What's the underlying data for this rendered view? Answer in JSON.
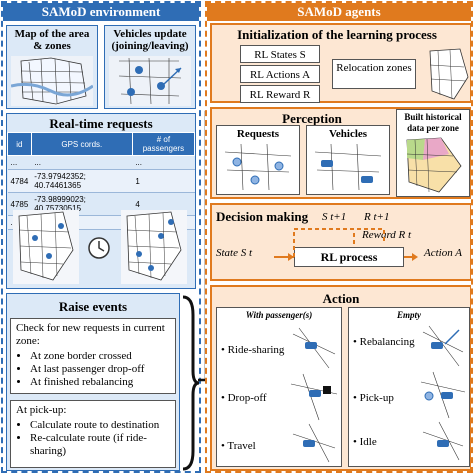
{
  "environment": {
    "title": "SAMoD environment",
    "map_caption": "Map of the area & zones",
    "vehicles_caption": "Vehicles update (joining/leaving)",
    "requests_title": "Real-time requests",
    "table": {
      "headers": [
        "id",
        "GPS cords.",
        "# of passengers"
      ],
      "rows": [
        [
          "...",
          "...",
          "..."
        ],
        [
          "4784",
          "-73.97942352;  40.74461365",
          "1"
        ],
        [
          "4785",
          "-73.98999023;  40.75730515",
          "4"
        ],
        [
          "...",
          "...",
          "..."
        ]
      ]
    },
    "raise_events_title": "Raise events",
    "check_text": "Check for new requests in current zone:",
    "check_items": [
      "At zone border crossed",
      "At last passenger drop-off",
      "At finished rebalancing"
    ],
    "pickup_text": "At pick-up:",
    "pickup_items": [
      "Calculate route to destination",
      "Re-calculate route (if ride-sharing)"
    ]
  },
  "agents": {
    "title": "SAMoD agents",
    "init_title": "Initialization of the learning process",
    "rl_states": "RL States S",
    "rl_actions": "RL Actions A",
    "rl_reward": "RL Reward R",
    "relocation": "Relocation zones",
    "perception_title": "Perception",
    "requests_label": "Requests",
    "vehicles_label": "Vehicles",
    "historical_label": "Built historical data per zone",
    "decision_title": "Decision making",
    "s_next": "S t+1",
    "r_next": "R t+1",
    "reward_label": "Reward R t",
    "state_label": "State S t",
    "rl_process": "RL process",
    "action_label": "Action A",
    "action_title": "Action",
    "with_passenger": "With passenger(s)",
    "empty": "Empty",
    "with_items": [
      "Ride-sharing",
      "Drop-off",
      "Travel"
    ],
    "empty_items": [
      "Rebalancing",
      "Pick-up",
      "Idle"
    ]
  },
  "colors": {
    "blue": "#2f6db5",
    "orange": "#e07a1e",
    "light_blue": "#dce9f7",
    "light_orange": "#fde7d3"
  }
}
